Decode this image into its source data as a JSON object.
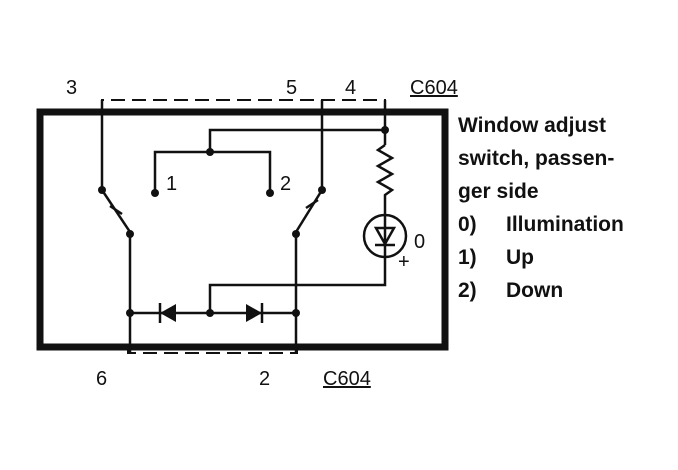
{
  "connector": {
    "top_label": "C604",
    "bottom_label": "C604"
  },
  "pins": {
    "top_left": "3",
    "top_mid": "5",
    "top_right": "4",
    "bottom_left": "6",
    "bottom_right": "2"
  },
  "contacts": {
    "left": "1",
    "right": "2",
    "lamp": "0",
    "lamp_polarity": "+"
  },
  "description": {
    "title_line1": "Window adjust",
    "title_line2": "switch, passen-",
    "title_line3": "ger side"
  },
  "legend": [
    {
      "key": "0)",
      "label": "Illumination"
    },
    {
      "key": "1)",
      "label": "Up"
    },
    {
      "key": "2)",
      "label": "Down"
    }
  ]
}
